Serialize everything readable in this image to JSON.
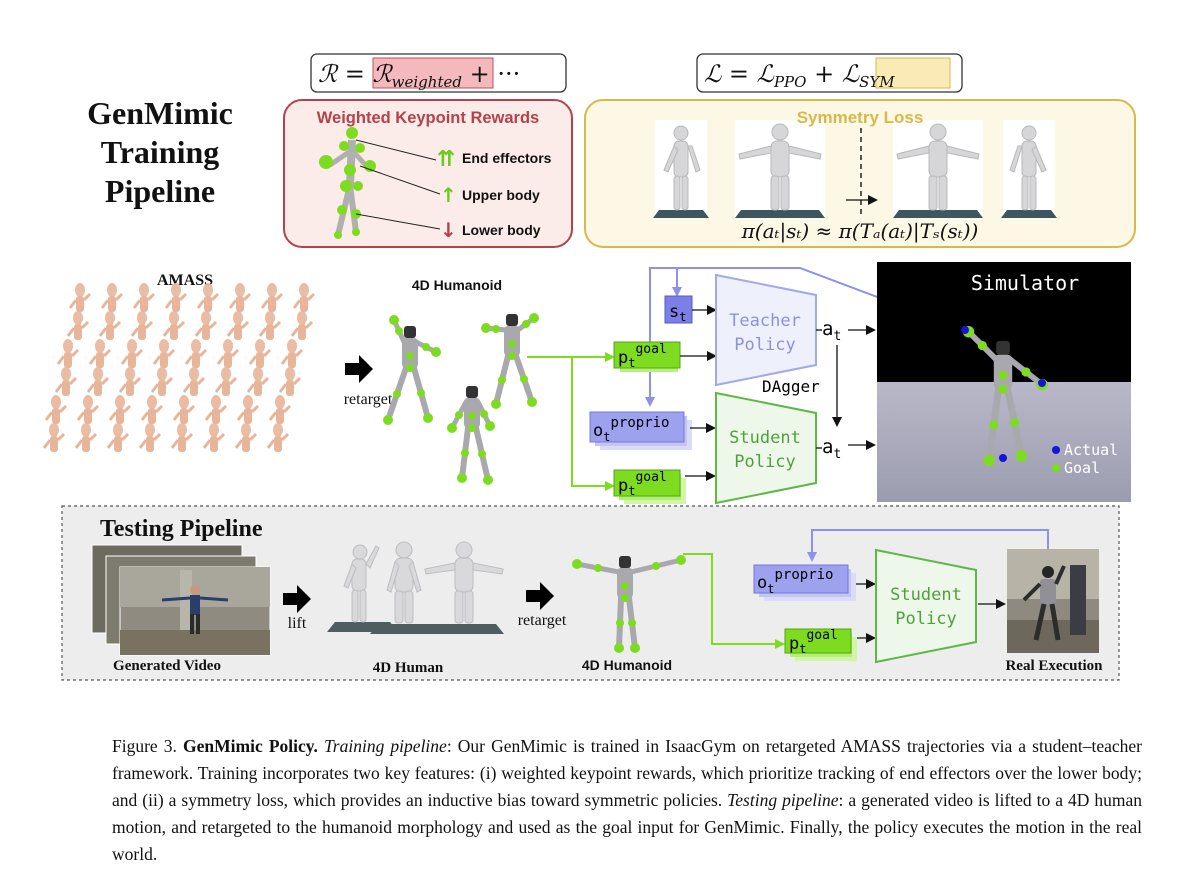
{
  "training": {
    "title_line1": "GenMimic",
    "title_line2": "Training",
    "title_line3": "Pipeline",
    "reward_formula": "ℛ = ℛweighted + ···",
    "reward_lhs": "ℛ = ",
    "reward_term": "ℛ",
    "reward_sub": "weighted",
    "reward_rest": " + ···",
    "loss_lhs": "ℒ = ",
    "loss_ppo": "ℒ",
    "loss_ppo_sub": "PPO",
    "loss_plus": " + ",
    "loss_sym": "ℒ",
    "loss_sym_sub": "SYM",
    "rewards_title": "Weighted Keypoint Rewards",
    "reward_items": [
      {
        "label": "End effectors",
        "arrow": "⇈"
      },
      {
        "label": "Upper body",
        "arrow": "↑"
      },
      {
        "label": "Lower body",
        "arrow": "↓"
      }
    ],
    "symmetry_title": "Symmetry Loss",
    "symmetry_equation": "π(aₜ|sₜ) ≈ π(Tₐ(aₜ)|Tₛ(sₜ))",
    "amass_label": "AMASS",
    "retarget_label": "retarget",
    "humanoid_label": "4D Humanoid",
    "s_t": "s",
    "t_sub": "t",
    "goal_sup": "goal",
    "proprio_sup": "proprio",
    "p_letter": "p",
    "o_letter": "o",
    "a_letter": "a",
    "teacher_line1": "Teacher",
    "teacher_line2": "Policy",
    "student_line1": "Student",
    "student_line2": "Policy",
    "dagger": "DAgger",
    "simulator": "Simulator",
    "legend_actual": "Actual",
    "legend_goal": "Goal"
  },
  "testing": {
    "title": "Testing Pipeline",
    "generated_video": "Generated Video",
    "lift": "lift",
    "human_4d": "4D Human",
    "retarget": "retarget",
    "humanoid_4d": "4D Humanoid",
    "real_execution": "Real Execution",
    "student_line1": "Student",
    "student_line2": "Policy"
  },
  "caption": {
    "fig_label": "Figure 3.",
    "fig_title": "GenMimic Policy.",
    "train_label": "Training pipeline",
    "train_text": ": Our GenMimic is trained in IsaacGym on retargeted AMASS trajectories via a student–teacher framework. Training incorporates two key features: (i) weighted keypoint rewards, which prioritize tracking of end effectors over the lower body; and (ii) a symmetry loss, which provides an inductive bias toward symmetric policies.",
    "test_label": "Testing pipeline",
    "test_text": ": a generated video is lifted to a 4D human motion, and retargeted to the humanoid morphology and used as the goal input for GenMimic. Finally, the policy executes the motion in the real world."
  },
  "colors": {
    "reward_border": "#b5424a",
    "reward_fill": "#fbecea",
    "sym_border": "#d9b84a",
    "sym_fill": "#fdf8e6",
    "teacher": "#a3a8e6",
    "student": "#5fb649",
    "green_key": "#7ddc1f",
    "blue_key": "#7b7fe6",
    "human_skin": "#e8b59a"
  }
}
